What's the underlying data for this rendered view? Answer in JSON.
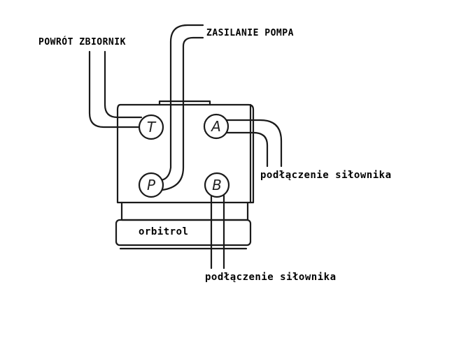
{
  "labels": {
    "return_tank": "POWRÓT ZBIORNIK",
    "supply_pump": "ZASILANIE POMPA",
    "actuator_a": "podłączenie siłownika",
    "actuator_b": "podłączenie siłownika",
    "orbitrol": "orbitrol"
  },
  "ports": {
    "t": "T",
    "a": "A",
    "p": "P",
    "b": "B"
  },
  "colors": {
    "line": "#1a1a1a",
    "background": "#ffffff"
  }
}
